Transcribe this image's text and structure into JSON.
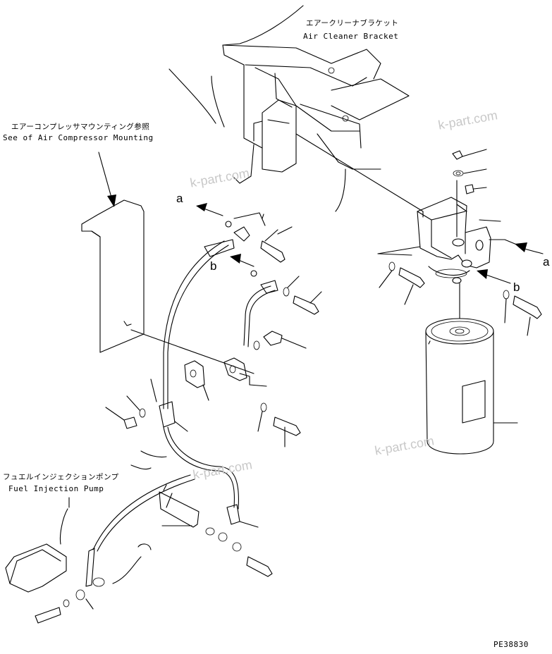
{
  "labels": {
    "air_cleaner_bracket_jp": "エアークリーナブラケット",
    "air_cleaner_bracket_en": "Air Cleaner Bracket",
    "air_compressor_jp": "エアーコンプレッサマウンティング参照",
    "air_compressor_en": "See of Air Compressor Mounting",
    "fuel_pump_jp": "フュエルインジェクションポンプ",
    "fuel_pump_en": "Fuel Injection Pump",
    "drawing_number": "PE38830"
  },
  "references": {
    "a": "a",
    "b": "b"
  },
  "watermark": "k-part.com",
  "colors": {
    "line": "#000000",
    "watermark": "#c8c8c8",
    "background": "#ffffff"
  }
}
